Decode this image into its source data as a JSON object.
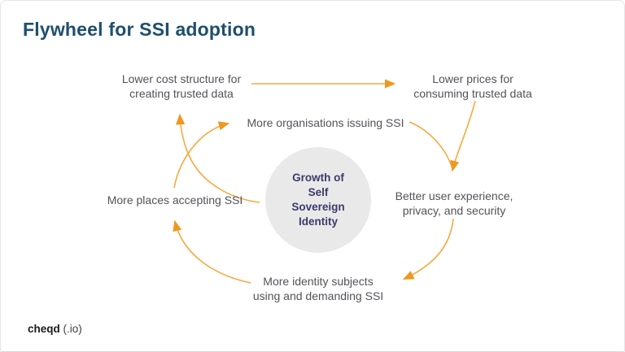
{
  "slide": {
    "title": "Flywheel for SSI adoption",
    "footer": {
      "brand": "cheqd",
      "suffix": " (.io)"
    }
  },
  "diagram": {
    "center": {
      "line1": "Growth of",
      "line2": "Self",
      "line3": "Sovereign",
      "line4": "Identity"
    },
    "nodes": {
      "lower_cost": {
        "line1": "Lower cost structure for",
        "line2": "creating trusted data"
      },
      "lower_prices": {
        "line1": "Lower prices for",
        "line2": "consuming trusted data"
      },
      "orgs_issuing": {
        "line1": "More organisations issuing SSI",
        "line2": ""
      },
      "better_ux": {
        "line1": "Better user experience,",
        "line2": "privacy, and security"
      },
      "places_accepting": {
        "line1": "More places accepting SSI",
        "line2": ""
      },
      "identity_subjects": {
        "line1": "More identity subjects",
        "line2": "using and demanding SSI"
      }
    },
    "arrows": [
      {
        "from": "lower_cost",
        "to": "lower_prices",
        "shape": "straight-right"
      },
      {
        "from": "lower_prices",
        "to": "better_ux",
        "shape": "curve-down"
      },
      {
        "from": "orgs_issuing",
        "to": "better_ux",
        "shape": "curve-down"
      },
      {
        "from": "better_ux",
        "to": "identity_subjects",
        "shape": "curve-down-left"
      },
      {
        "from": "identity_subjects",
        "to": "places_accepting",
        "shape": "curve-up-left"
      },
      {
        "from": "places_accepting",
        "to": "orgs_issuing",
        "shape": "curve-up-right"
      },
      {
        "from": "center",
        "to": "lower_cost",
        "shape": "curve-up-left"
      }
    ]
  },
  "colors": {
    "title": "#1e4f6d",
    "label": "#525359",
    "arrow": "#f5a93f",
    "arrowhead": "#ef9820",
    "circle": "#e9e9ea",
    "circletext": "#3b3a69"
  }
}
